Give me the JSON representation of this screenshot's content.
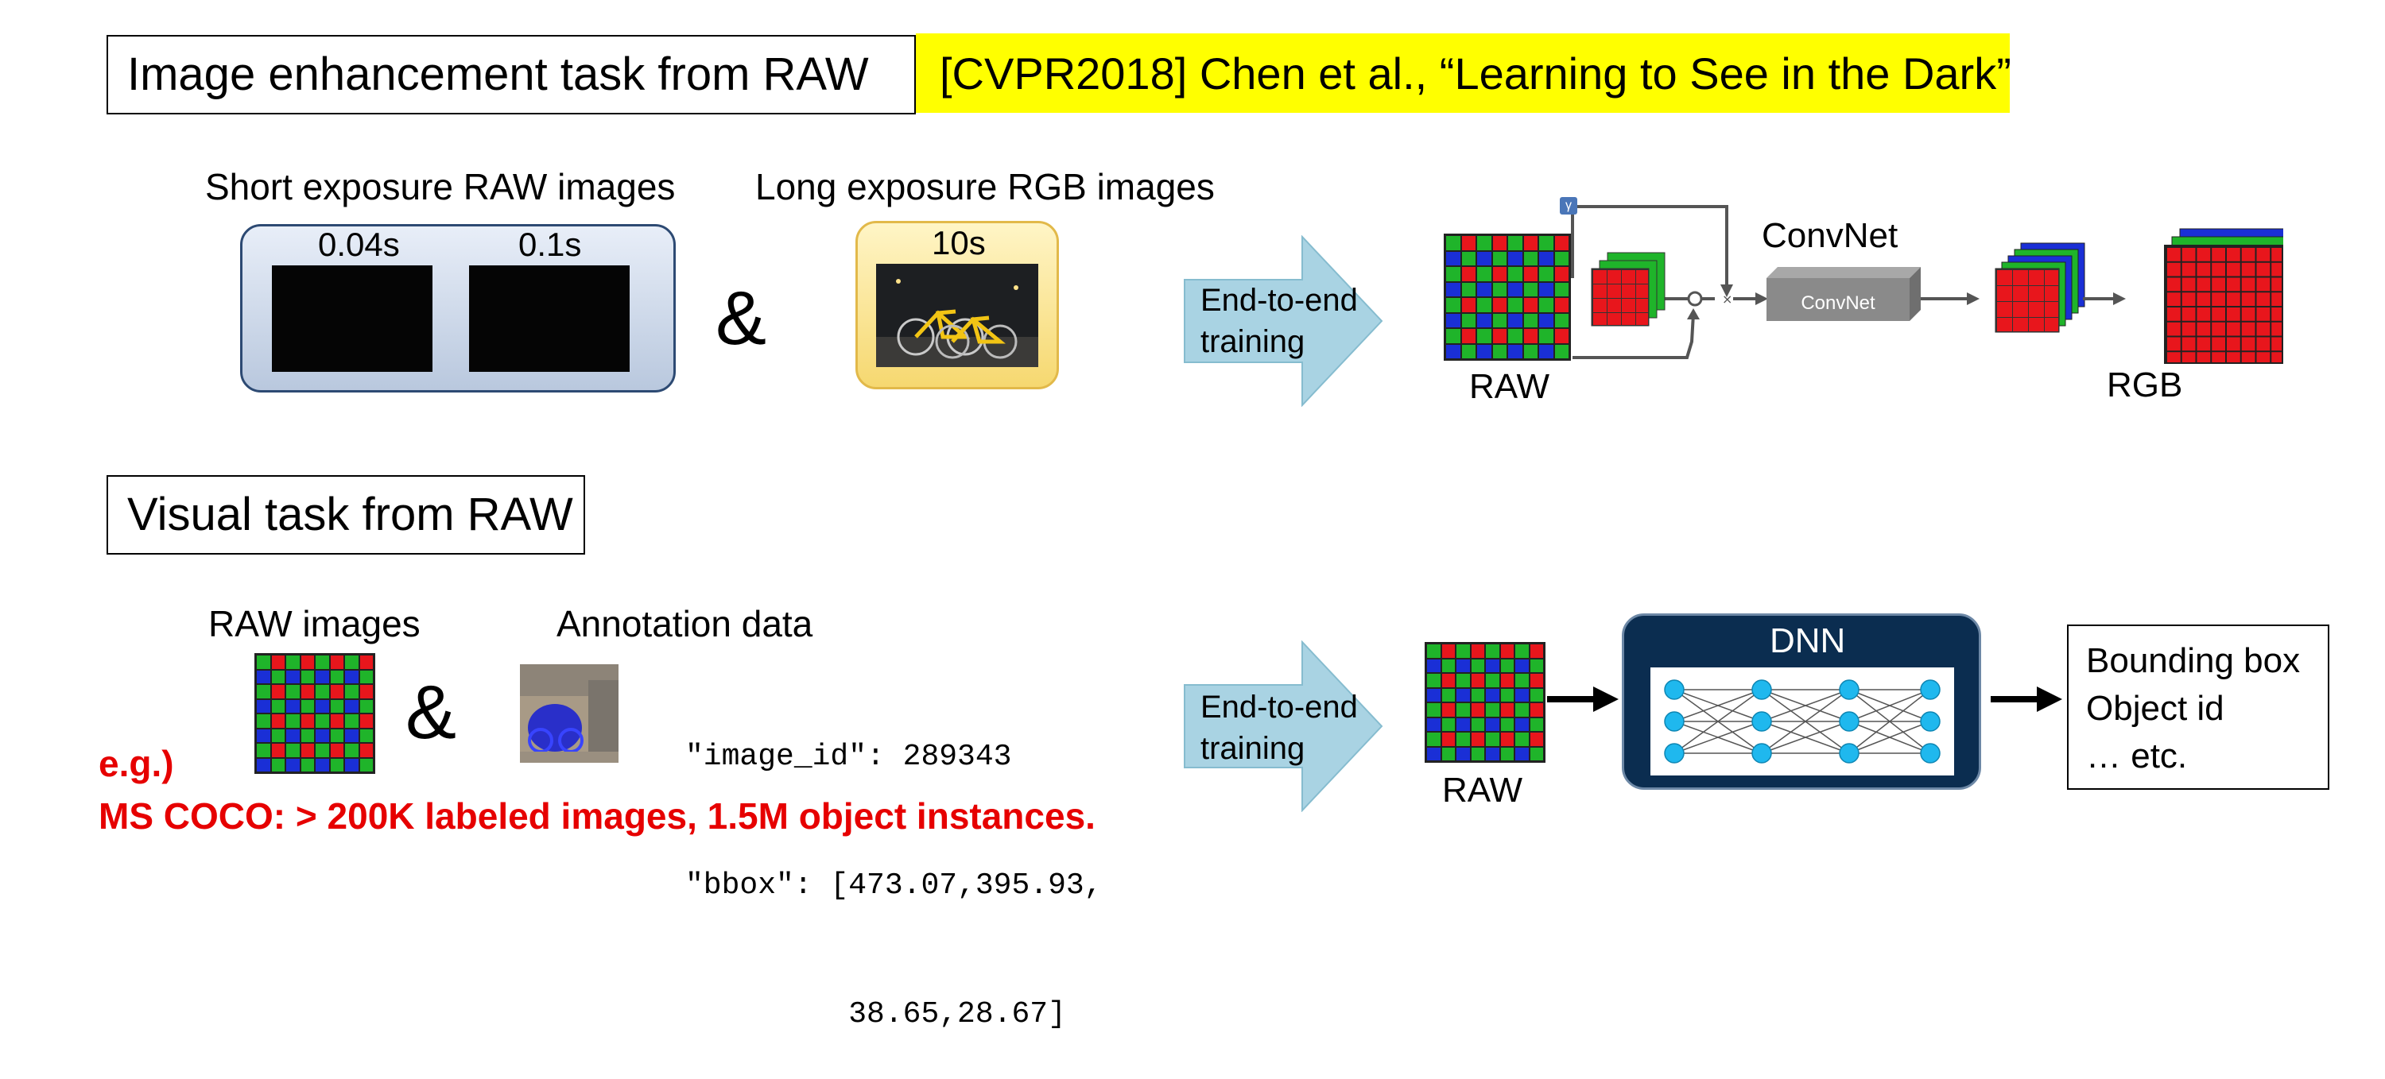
{
  "top_section": {
    "title": "Image enhancement task from RAW",
    "reference": "[CVPR2018] Chen et al., “Learning to See in the Dark”",
    "short_label": "Short exposure RAW images",
    "long_label": "Long exposure RGB images",
    "times": [
      "0.04s",
      "0.1s",
      "10s"
    ],
    "ampersand": "&",
    "arrow_label": "End-to-end training",
    "convnet_title": "ConvNet",
    "convnet_block": "ConvNet",
    "gamma_symbol": "γ",
    "raw_label": "RAW",
    "rgb_label": "RGB"
  },
  "bottom_section": {
    "title": "Visual task from RAW",
    "raw_images_label": "RAW images",
    "annotation_label": "Annotation data",
    "ampersand": "&",
    "annotation_lines": [
      "\"image_id\": 289343",
      "\"bbox\": [473.07,395.93,",
      "         38.65,28.67]"
    ],
    "arrow_label": "End-to-end training",
    "raw_label": "RAW",
    "dnn_label": "DNN",
    "outputs": [
      "Bounding box",
      "Object id",
      "… etc."
    ],
    "example_title": "e.g.)",
    "example_text": "MS COCO: > 200K labeled images, 1.5M object instances."
  },
  "colors": {
    "highlight": "#ffff00",
    "red_text": "#e60000",
    "arrow_fill": "#a9d3e3",
    "bayer_red": "#e8161c",
    "bayer_green": "#1fb42a",
    "bayer_blue": "#1a2fd6",
    "dnn_bg": "#0b2d50",
    "node": "#1fb8ee"
  }
}
